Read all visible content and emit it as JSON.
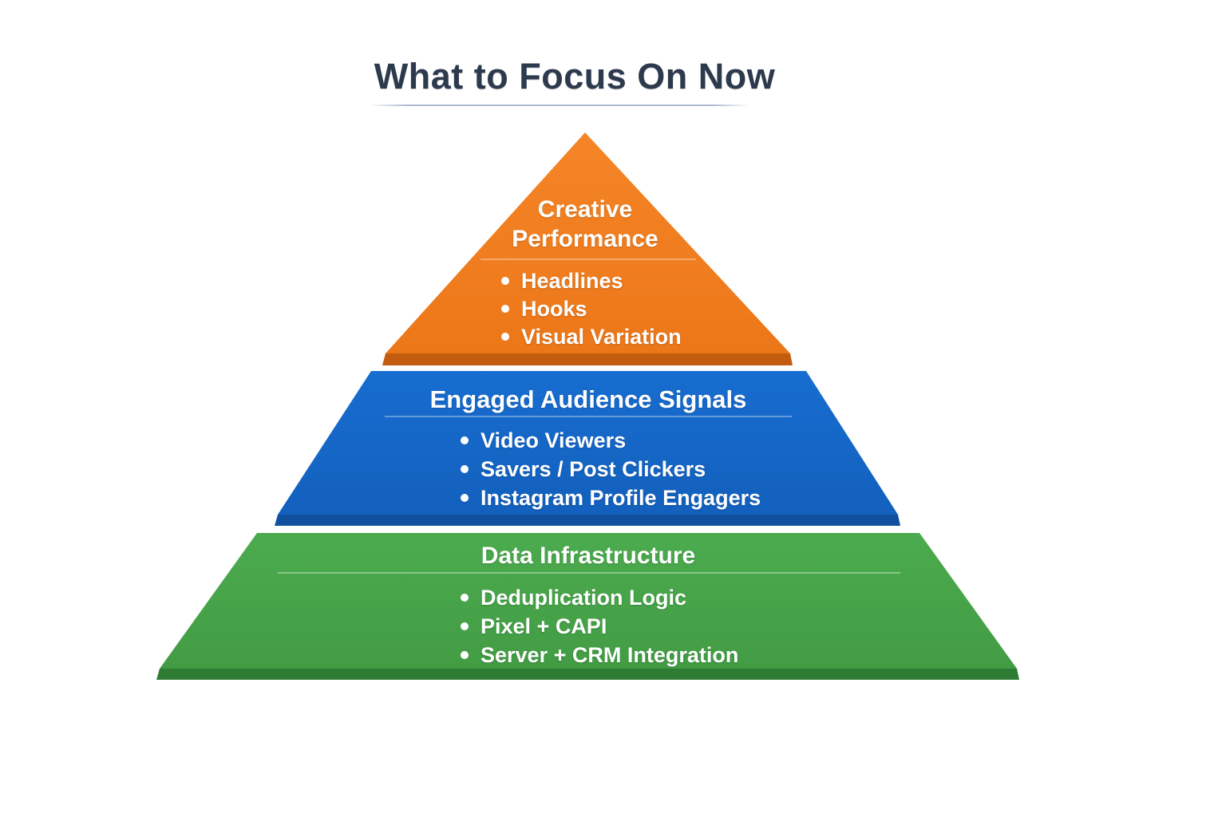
{
  "title": "What to Focus On Now",
  "colors": {
    "background": "#ffffff",
    "title_text": "#2d3a4d",
    "title_underline": "#a0acd0",
    "tier1_fill": "#f07d21",
    "tier1_base": "#c25c0f",
    "tier2_fill": "#1566c8",
    "tier2_base": "#11509f",
    "tier3_fill": "#47a449",
    "tier3_base": "#2e7c33",
    "tier_text": "#ffffff"
  },
  "pyramid": {
    "tiers": [
      {
        "label": "Creative Performance",
        "color": "#f07d21",
        "bullets": [
          "Headlines",
          "Hooks",
          "Visual Variation"
        ]
      },
      {
        "label": "Engaged Audience Signals",
        "color": "#1566c8",
        "bullets": [
          "Video Viewers",
          "Savers / Post Clickers",
          "Instagram Profile Engagers"
        ]
      },
      {
        "label": "Data Infrastructure",
        "color": "#47a449",
        "bullets": [
          "Deduplication Logic",
          "Pixel + CAPI",
          "Server + CRM Integration"
        ]
      }
    ]
  }
}
